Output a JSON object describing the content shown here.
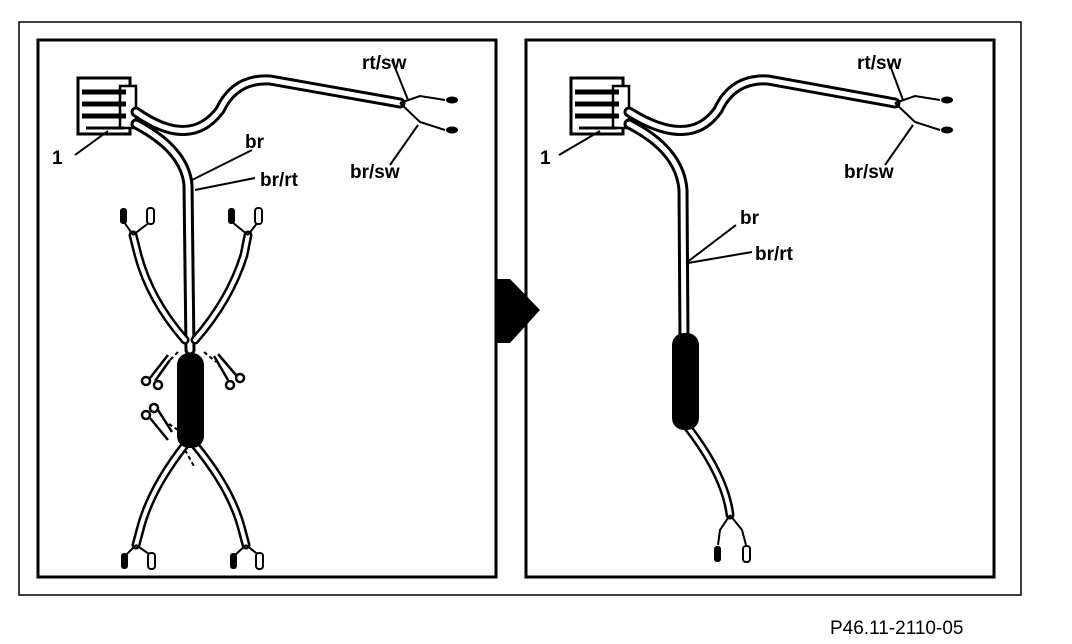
{
  "left_panel": {
    "label_1": "1",
    "label_rt_sw": "rt/sw",
    "label_br_sw": "br/sw",
    "label_br": "br",
    "label_br_rt": "br/rt"
  },
  "right_panel": {
    "label_1": "1",
    "label_rt_sw": "rt/sw",
    "label_br_sw": "br/sw",
    "label_br": "br",
    "label_br_rt": "br/rt"
  },
  "figure_code": "P46.11-2110-05",
  "colors": {
    "ink": "#000000",
    "paper": "#ffffff"
  }
}
